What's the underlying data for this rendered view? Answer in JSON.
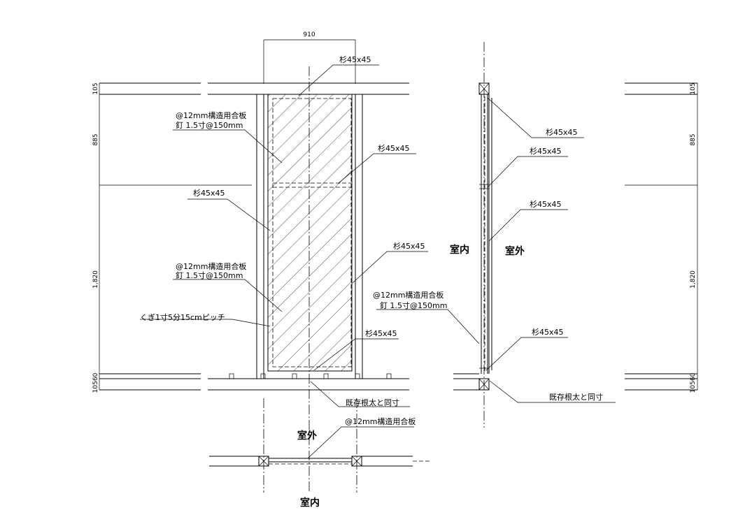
{
  "dimensions": {
    "width": "910",
    "left": [
      "105",
      "885",
      "1,820",
      "10560"
    ],
    "right": [
      "105",
      "885",
      "1,820",
      "10560"
    ]
  },
  "labels": {
    "sugi": "杉45x45",
    "plywood": "@12mm構造用合板",
    "nail": "釘 1.5寸@150mm",
    "kugi": "くぎ1寸5分15cmピッチ",
    "joist": "既存根太と同寸"
  },
  "rooms": {
    "outside": "室外",
    "inside": "室内"
  }
}
